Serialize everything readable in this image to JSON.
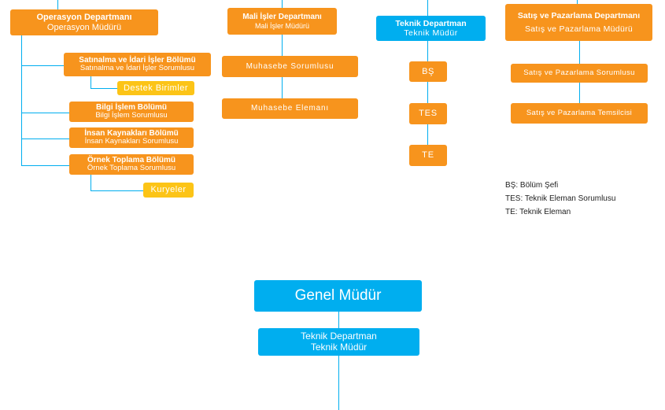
{
  "chart_top": {
    "operasyon": {
      "title": "Operasyon Departmanı",
      "subtitle": "Operasyon Müdürü"
    },
    "mali": {
      "title": "Mali İşler Departmanı",
      "subtitle": "Mali İşler Müdürü"
    },
    "teknik": {
      "title": "Teknik Departman",
      "subtitle": "Teknik Müdür"
    },
    "satis": {
      "title": "Satış ve Pazarlama Departmanı",
      "subtitle": "Satış ve Pazarlama Müdürü"
    },
    "satinalma": {
      "title": "Satınalma ve İdari İşler Bölümü",
      "subtitle": "Satınalma ve İdari İşler Sorumlusu"
    },
    "destek": "Destek Birimler",
    "bilgi": {
      "title": "Bilgi İşlem Bölümü",
      "subtitle": "Bilgi İşlem Sorumlusu"
    },
    "insan": {
      "title": "İnsan Kaynakları Bölümü",
      "subtitle": "İnsan Kaynakları Sorumlusu"
    },
    "ornek": {
      "title": "Örnek Toplama Bölümü",
      "subtitle": "Örnek Toplama Sorumlusu"
    },
    "kuryeler": "Kuryeler",
    "muhasebe_sorumlusu": "Muhasebe Sorumlusu",
    "muhasebe_elemani": "Muhasebe Elemanı",
    "bs": "BŞ",
    "tes": "TES",
    "te": "TE",
    "satis_sorumlusu": "Satış ve Pazarlama Sorumlusu",
    "satis_temsilcisi": "Satış ve Pazarlama Temsilcisi"
  },
  "legend": [
    "BŞ: Bölüm Şefi",
    "TES: Teknik Eleman Sorumlusu",
    "TE: Teknik Eleman"
  ],
  "chart_bottom": {
    "genel": "Genel Müdür",
    "teknik": {
      "title": "Teknik Departman",
      "subtitle": "Teknik Müdür"
    }
  },
  "colors": {
    "orange": "#f7941d",
    "yellow": "#fcc417",
    "blue": "#00aeef"
  }
}
